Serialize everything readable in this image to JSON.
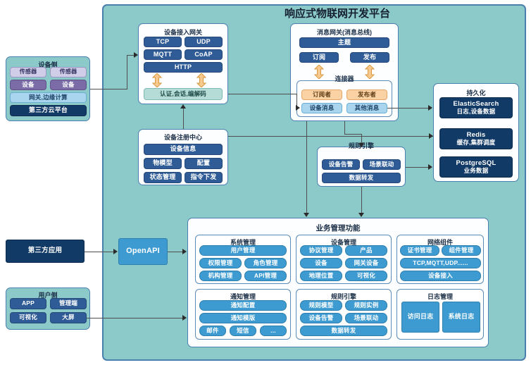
{
  "page": {
    "title": "响应式物联网开发平台"
  },
  "device_side": {
    "title": "设备侧",
    "items": [
      {
        "label": "传感器",
        "style": "lav"
      },
      {
        "label": "传感器",
        "style": "lav"
      },
      {
        "label": "设备",
        "style": "purple"
      },
      {
        "label": "设备",
        "style": "purple"
      },
      {
        "label": "网关,边缘计算",
        "style": "lblue"
      },
      {
        "label": "第三方云平台",
        "style": "navy"
      }
    ]
  },
  "third_party_app": {
    "label": "第三方应用"
  },
  "user_side": {
    "title": "用户侧",
    "items": [
      {
        "label": "APP"
      },
      {
        "label": "管理端"
      },
      {
        "label": "可视化"
      },
      {
        "label": "大屏"
      }
    ]
  },
  "openapi": {
    "label": "OpenAPI"
  },
  "device_gateway": {
    "title": "设备接入网关",
    "protocols": [
      "TCP",
      "UDP",
      "MQTT",
      "CoAP",
      "HTTP"
    ],
    "auth": "认证,会话,编解码"
  },
  "device_registry": {
    "title": "设备注册中心",
    "items": [
      "设备信息",
      "物模型",
      "配置",
      "状态管理",
      "指令下发"
    ]
  },
  "message_gateway": {
    "title": "消息网关(消息总线)",
    "topic": "主题",
    "subscribe": "订阅",
    "publish": "发布",
    "connector": {
      "title": "连接器",
      "subscriber": "订阅者",
      "publisher": "发布者",
      "device_message": "设备消息",
      "other_message": "其他消息"
    }
  },
  "rule_engine_mid": {
    "title": "规则引擎",
    "items": [
      "设备告警",
      "场景联动",
      "数据转发"
    ]
  },
  "persistence": {
    "title": "持久化",
    "stores": [
      {
        "name": "ElasticSearch",
        "desc": "日志,设备数据"
      },
      {
        "name": "Redis",
        "desc": "缓存,集群调度"
      },
      {
        "name": "PostgreSQL",
        "desc": "业务数据"
      }
    ]
  },
  "business": {
    "title": "业务管理功能",
    "groups": [
      {
        "title": "系统管理",
        "rows": [
          [
            "用户管理"
          ],
          [
            "权限管理",
            "角色管理"
          ],
          [
            "机构管理",
            "API管理"
          ]
        ]
      },
      {
        "title": "设备管理",
        "rows": [
          [
            "协议管理",
            "产品"
          ],
          [
            "设备",
            "网关设备"
          ],
          [
            "地理位置",
            "可视化"
          ]
        ]
      },
      {
        "title": "网络组件",
        "rows": [
          [
            "证书管理",
            "组件管理"
          ],
          [
            "TCP,MQTT,UDP......"
          ],
          [
            "设备接入"
          ]
        ]
      },
      {
        "title": "通知管理",
        "rows": [
          [
            "通知配置"
          ],
          [
            "通知模版"
          ],
          [
            "邮件",
            "短信",
            "..."
          ]
        ]
      },
      {
        "title": "规则引擎",
        "rows": [
          [
            "规则模型",
            "规则实例"
          ],
          [
            "设备告警",
            "场景联动"
          ],
          [
            "数据转发"
          ]
        ]
      },
      {
        "title": "日志管理",
        "rows": [
          [
            "访问日志",
            "系统日志"
          ]
        ]
      }
    ]
  },
  "colors": {
    "platform_bg": "#8cc9c9",
    "dark_chip": "#2f5c96",
    "navy_chip": "#123a66",
    "blue_chip": "#3d9bd1",
    "light_blue_chip": "#a9d5ef",
    "orange_chip": "#fbd2a4",
    "purple_chip": "#7b6ca8",
    "lavender_chip": "#cfcde8",
    "mint_chip": "#b6dcd8",
    "border": "#4a7fae"
  }
}
